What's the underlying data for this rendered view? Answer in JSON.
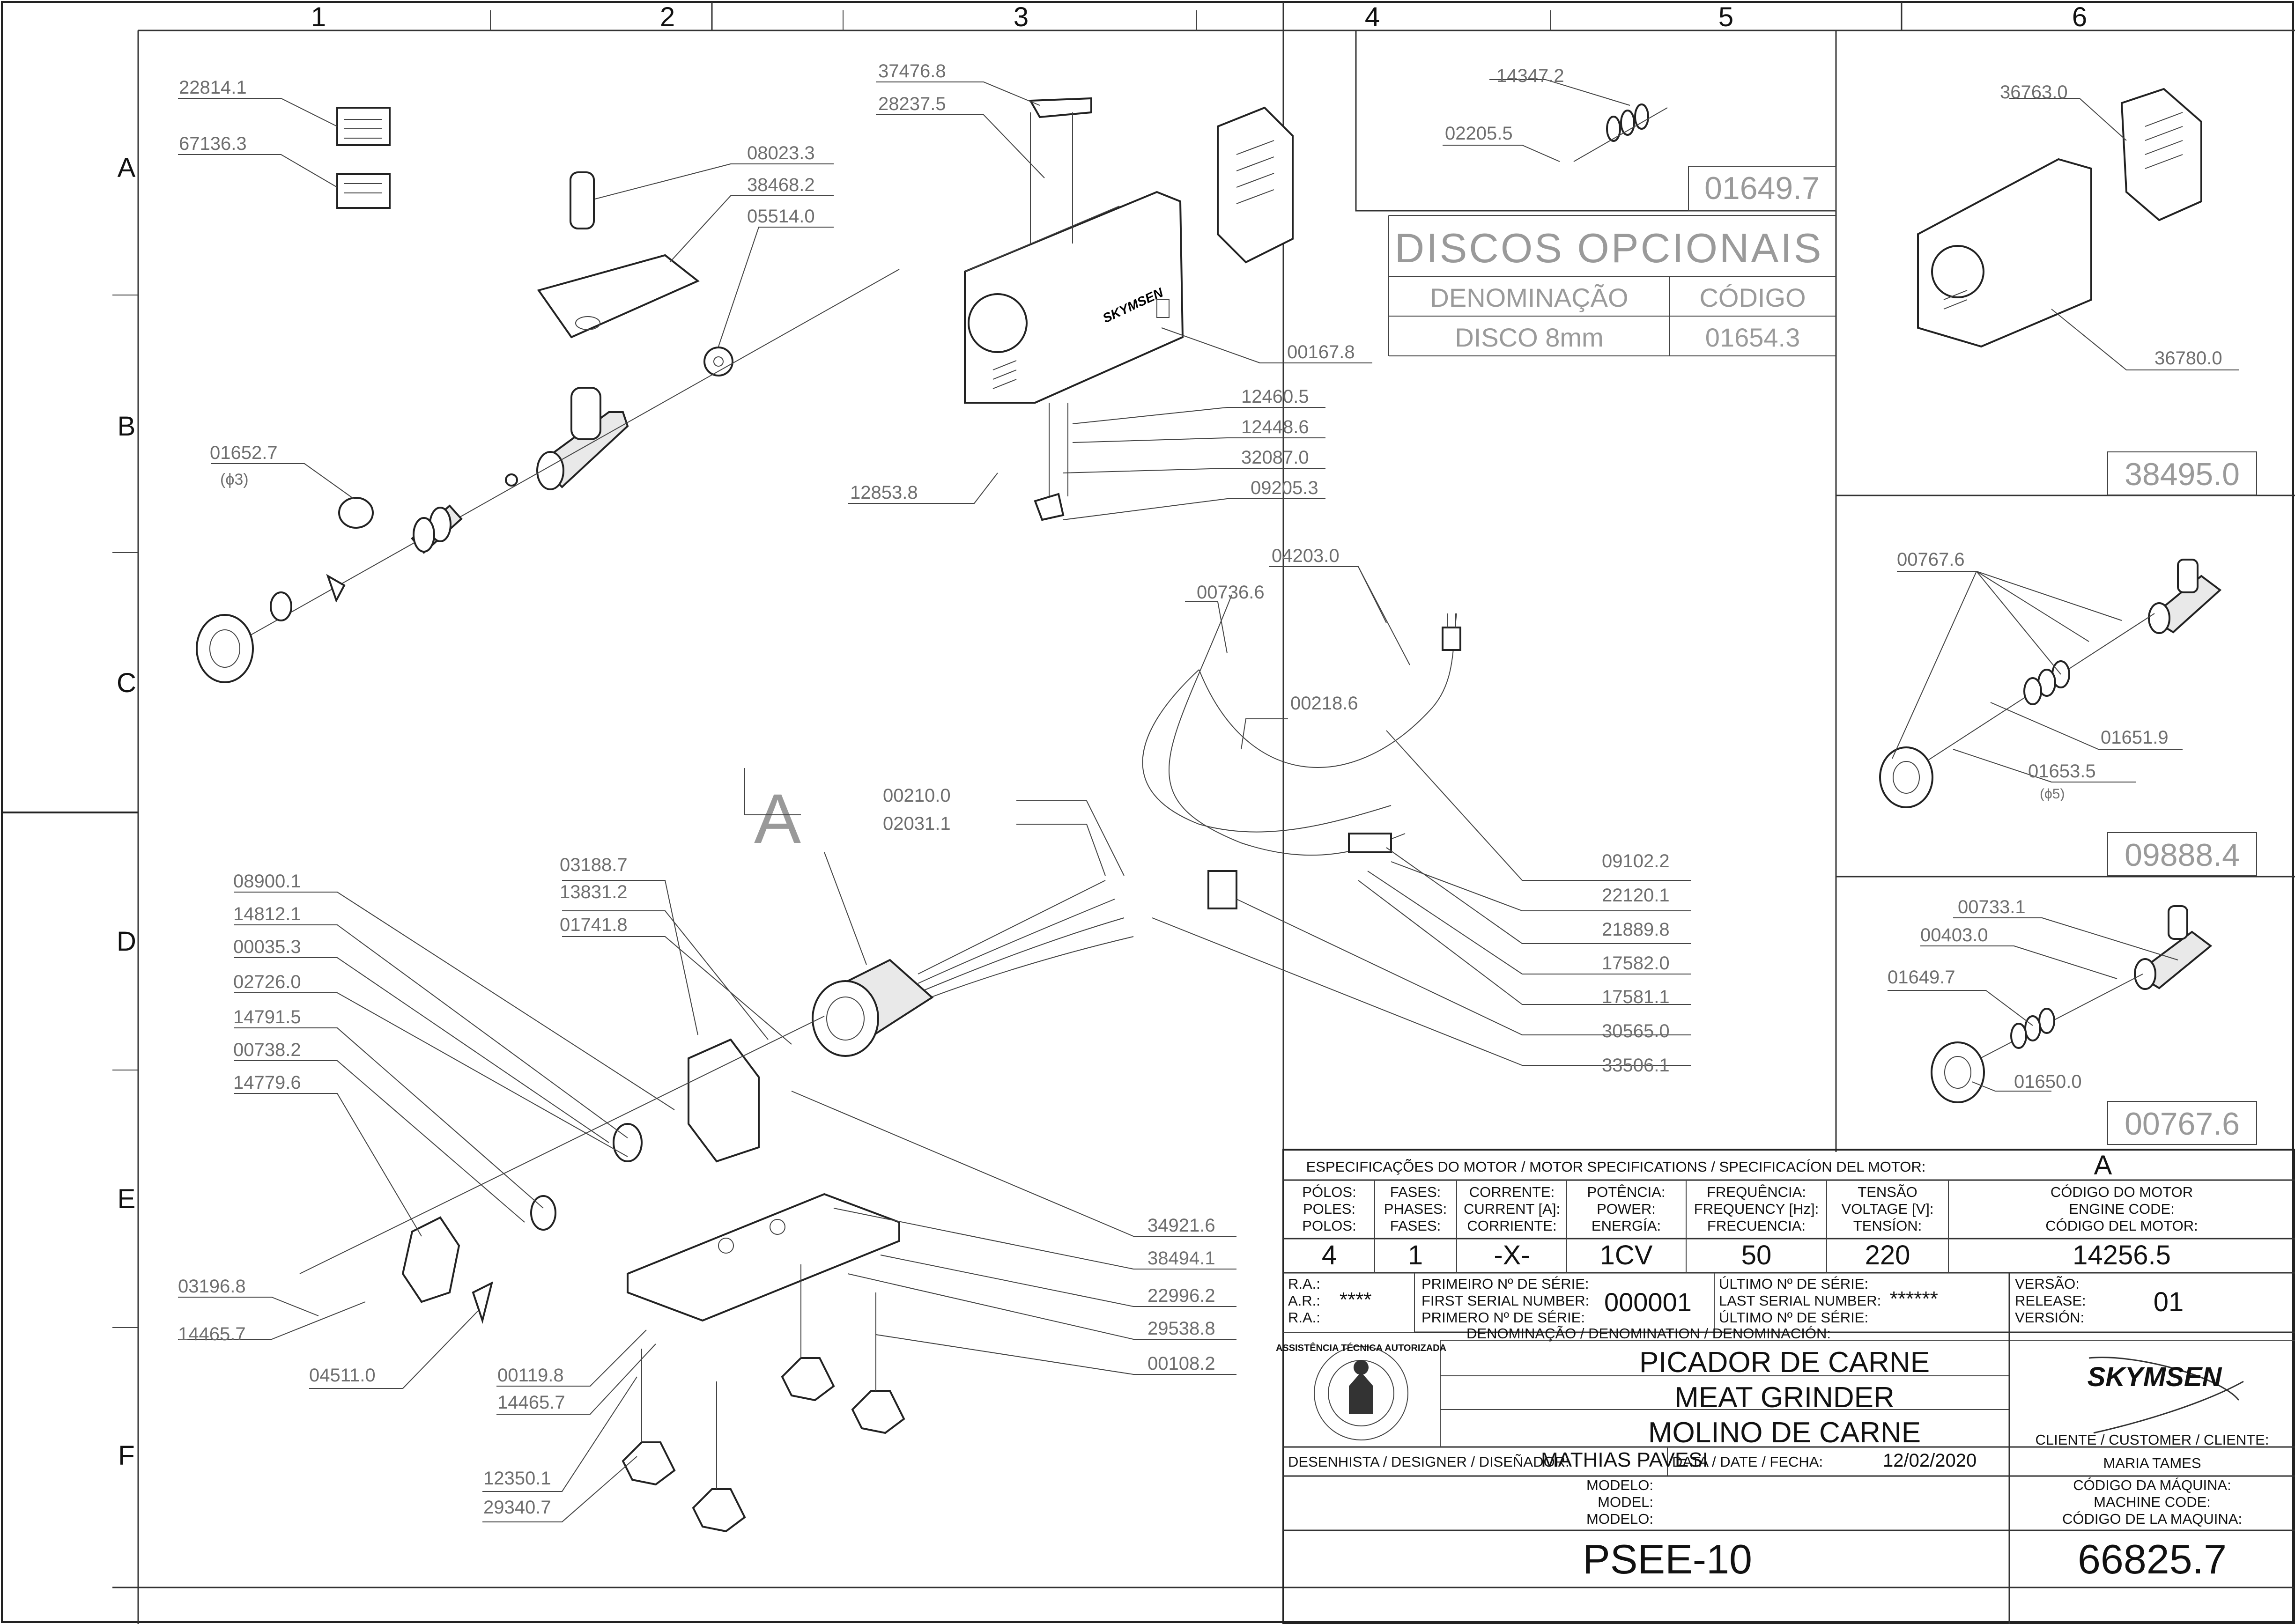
{
  "grid": {
    "columns": [
      "1",
      "2",
      "3",
      "4",
      "5",
      "6"
    ],
    "rows": [
      "A",
      "B",
      "C",
      "D",
      "E",
      "F"
    ]
  },
  "callouts": {
    "c22814_1": "22814.1",
    "c67136_3": "67136.3",
    "c08023_3": "08023.3",
    "c38468_2": "38468.2",
    "c05514_0": "05514.0",
    "c01652_7": "01652.7",
    "c01652_7_sub": "(ϕ3)",
    "c37476_8": "37476.8",
    "c28237_5": "28237.5",
    "c00167_8": "00167.8",
    "c12460_5": "12460.5",
    "c12448_6": "12448.6",
    "c32087_0": "32087.0",
    "c09205_3": "09205.3",
    "c12853_8": "12853.8",
    "c14347_2": "14347.2",
    "c02205_5": "02205.5",
    "c36763_0": "36763.0",
    "c36780_0": "36780.0",
    "c04203_0": "04203.0",
    "c00736_6": "00736.6",
    "c00218_6": "00218.6",
    "c00210_0": "00210.0",
    "c02031_1": "02031.1",
    "c09102_2": "09102.2",
    "c22120_1": "22120.1",
    "c21889_8": "21889.8",
    "c17582_0": "17582.0",
    "c17581_1": "17581.1",
    "c30565_0": "30565.0",
    "c33506_1": "33506.1",
    "c03188_7": "03188.7",
    "c13831_2": "13831.2",
    "c01741_8": "01741.8",
    "c08900_1": "08900.1",
    "c14812_1": "14812.1",
    "c00035_3": "00035.3",
    "c02726_0": "02726.0",
    "c14791_5": "14791.5",
    "c00738_2": "00738.2",
    "c14779_6": "14779.6",
    "c03196_8": "03196.8",
    "c14465_7a": "14465.7",
    "c04511_0": "04511.0",
    "c00119_8": "00119.8",
    "c14465_7b": "14465.7",
    "c12350_1": "12350.1",
    "c29340_7": "29340.7",
    "c34921_6": "34921.6",
    "c38494_1": "38494.1",
    "c22996_2": "22996.2",
    "c29538_8": "29538.8",
    "c00108_2": "00108.2",
    "c00767_6": "00767.6",
    "c01651_9": "01651.9",
    "c01653_5": "01653.5",
    "c01653_5_sub": "(ϕ5)",
    "c00733_1": "00733.1",
    "c00403_0": "00403.0",
    "c01649_7": "01649.7",
    "c01650_0": "01650.0",
    "view_letter": "A"
  },
  "boxes": {
    "b01649_7": "01649.7",
    "b38495_0": "38495.0",
    "b09888_4": "09888.4",
    "b00767_6": "00767.6"
  },
  "optional_discs": {
    "title": "DISCOS OPCIONAIS",
    "col_name": "DENOMINAÇÃO",
    "col_code": "CÓDIGO",
    "row_name": "DISCO 8mm",
    "row_code": "01654.3"
  },
  "title_block": {
    "motor_spec_header": "ESPECIFICAÇÕES DO MOTOR / MOTOR SPECIFICATIONS / SPECIFICACÍON DEL MOTOR:",
    "motor_spec_value": "A",
    "poles_h": [
      "PÓLOS:",
      "POLES:",
      "POLOS:"
    ],
    "phases_h": [
      "FASES:",
      "PHASES:",
      "FASES:"
    ],
    "current_h": [
      "CORRENTE:",
      "CURRENT [A]:",
      "CORRIENTE:"
    ],
    "power_h": [
      "POTÊNCIA:",
      "POWER:",
      "ENERGÍA:"
    ],
    "freq_h": [
      "FREQUÊNCIA:",
      "FREQUENCY [Hz]:",
      "FRECUENCIA:"
    ],
    "volt_h": [
      "TENSÃO",
      "VOLTAGE [V]:",
      "TENSÍON:"
    ],
    "motor_code_h": [
      "CÓDIGO DO MOTOR",
      "ENGINE CODE:",
      "CÓDIGO DEL MOTOR:"
    ],
    "poles": "4",
    "phases": "1",
    "current": "-X-",
    "power": "1CV",
    "frequency": "50",
    "voltage": "220",
    "motor_code": "14256.5",
    "ra_h": [
      "R.A.:",
      "A.R.:",
      "R.A.:"
    ],
    "ra": "****",
    "first_serial_h": [
      "PRIMEIRO Nº DE SÉRIE:",
      "FIRST SERIAL NUMBER:",
      "PRIMERO Nº DE SÉRIE:"
    ],
    "first_serial": "000001",
    "last_serial_h": [
      "ÚLTIMO Nº DE SÉRIE:",
      "LAST SERIAL NUMBER:",
      "ÚLTIMO Nº DE SÉRIE:"
    ],
    "last_serial": "******",
    "release_h": [
      "VERSÃO:",
      "RELEASE:",
      "VERSIÓN:"
    ],
    "release": "01",
    "denomination_h": "DENOMINAÇÃO / DENOMINATION / DENOMINACIÓN:",
    "name_pt": "PICADOR DE CARNE",
    "name_en": "MEAT GRINDER",
    "name_es": "MOLINO DE CARNE",
    "brand": "SKYMSEN",
    "seal_text": "ASSISTÊNCIA TÉCNICA AUTORIZADA",
    "designer_h": "DESENHISTA / DESIGNER / DISEÑADOR:",
    "designer": "MATHIAS PAVESI",
    "date_h": "DATA / DATE / FECHA:",
    "date": "12/02/2020",
    "customer_h": "CLIENTE / CUSTOMER / CLIENTE:",
    "customer": "MARIA TAMES",
    "model_h": [
      "MODELO:",
      "MODEL:",
      "MODELO:"
    ],
    "model": "PSEE-10",
    "machine_code_h": [
      "CÓDIGO DA MÁQUINA:",
      "MACHINE CODE:",
      "CÓDIGO DE LA MAQUINA:"
    ],
    "machine_code": "66825.7"
  }
}
